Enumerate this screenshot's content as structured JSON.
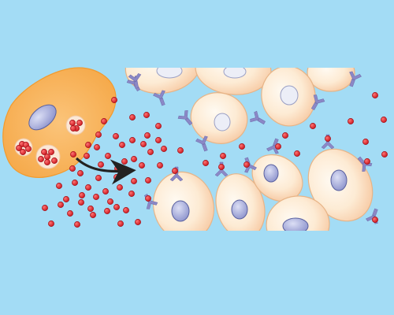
{
  "diagram": {
    "palette": {
      "background": "#a3dcf5",
      "secretory_cell_fill": "#f8b55e",
      "secretory_cell_edge": "#f29a2d",
      "nucleus_fill": "#a9aede",
      "nucleus_edge": "#59609f",
      "vesicle_fill": "#fbe7d6",
      "molecule_red": "#e42428",
      "molecule_edge": "#a4111a",
      "target_cell_light": "#fdf1e0",
      "target_cell_dark": "#f6c59d",
      "target_cell_edge": "#e7b487",
      "receptor_purple": "#8b88c6",
      "arrow_color": "#222222"
    },
    "elements": [
      {
        "name": "secretory-cell",
        "kind": "source cell"
      },
      {
        "name": "secretory-vesicle",
        "kind": "vesicle",
        "count": 4
      },
      {
        "name": "diffusion-arrow",
        "kind": "arrow"
      },
      {
        "name": "target-cell",
        "kind": "target cell",
        "count": 12
      },
      {
        "name": "receptor",
        "kind": "receptor",
        "count": 20
      },
      {
        "name": "signal-molecule",
        "kind": "signal molecule",
        "count": 95
      }
    ]
  }
}
